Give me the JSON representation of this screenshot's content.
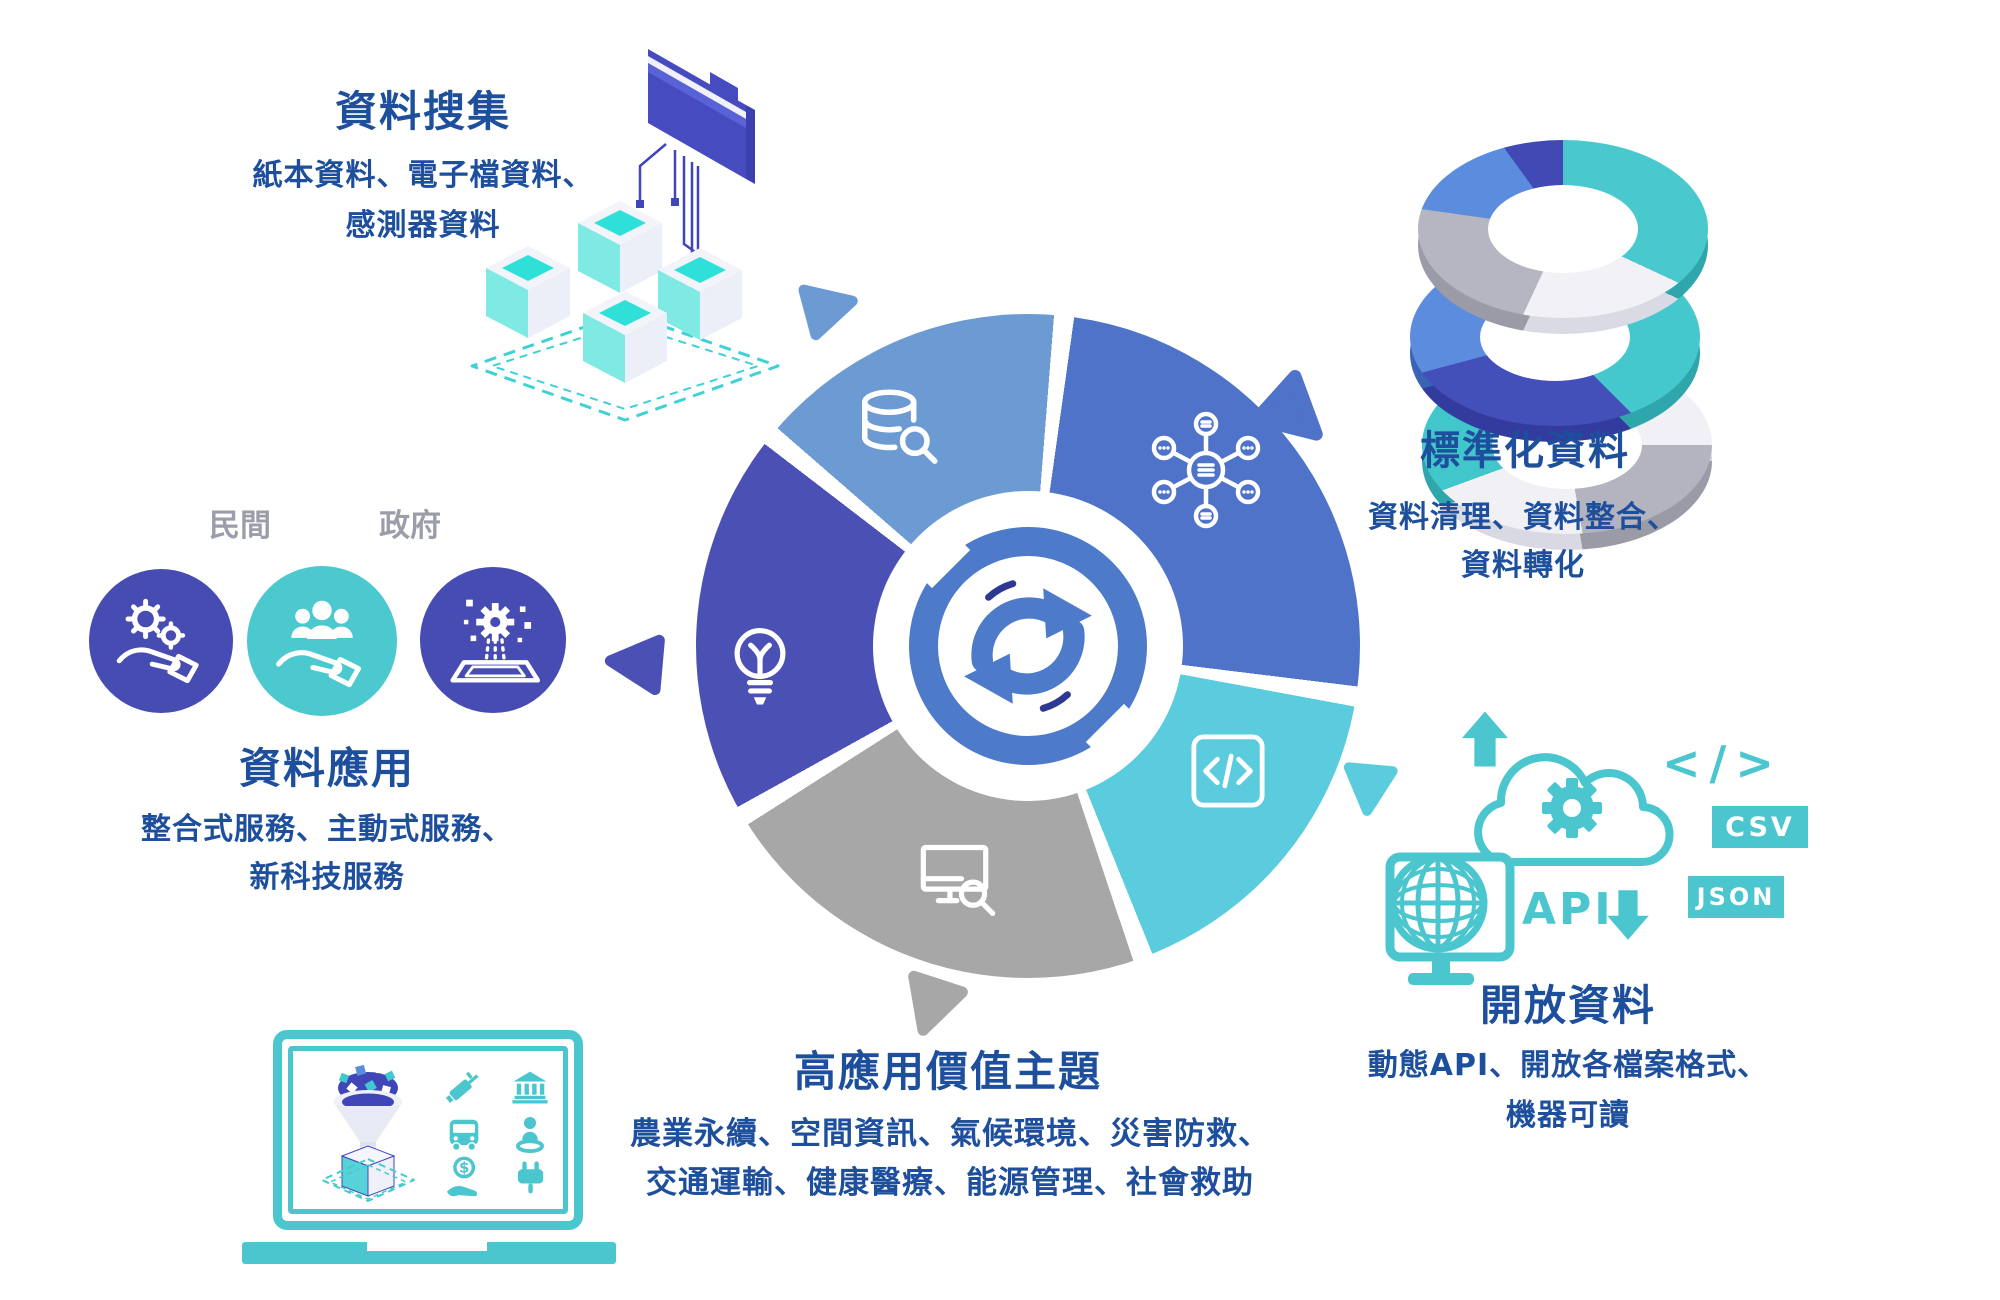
{
  "colors": {
    "title_text": "#1d4f9c",
    "label_gray": "#9b9daa",
    "teal_accent": "#4cc6ce",
    "wheel_lightblue": "#6c9ad2",
    "wheel_blue": "#4e73c8",
    "wheel_teal": "#5bcbde",
    "wheel_gray": "#a7a7a7",
    "wheel_indigo": "#4a50b4",
    "center_blue": "#4d7ac9",
    "circle_indigo": "#474cb3",
    "circle_teal": "#4cc8cf"
  },
  "sections": {
    "collect": {
      "title": "資料搜集",
      "desc1": "紙本資料、電子檔資料、",
      "desc2": "感測器資料"
    },
    "standardize": {
      "title": "標準化資料",
      "desc1": "資料清理、資料整合、",
      "desc2": "資料轉化"
    },
    "apply": {
      "title": "資料應用",
      "desc1": "整合式服務、主動式服務、",
      "desc2": "新科技服務",
      "label_private": "民間",
      "label_government": "政府"
    },
    "topics": {
      "title": "高應用價值主題",
      "desc1": "農業永續、空間資訊、氣候環境、災害防救、",
      "desc2": "交通運輸、健康醫療、能源管理、社會救助"
    },
    "open": {
      "title": "開放資料",
      "desc1": "動態API、開放各檔案格式、",
      "desc2": "機器可讀",
      "api_label": "API",
      "badge_csv": "CSV",
      "badge_json": "JSON",
      "code_glyph": "</>"
    }
  },
  "wheel": {
    "segments": [
      {
        "name": "collect",
        "icon": "database-search",
        "color": "#6c9ad2"
      },
      {
        "name": "standardize",
        "icon": "network-nodes",
        "color": "#4e73c8"
      },
      {
        "name": "open",
        "icon": "code-window",
        "color": "#5bcbde"
      },
      {
        "name": "topics",
        "icon": "monitor-search",
        "color": "#a7a7a7"
      },
      {
        "name": "apply",
        "icon": "lightbulb",
        "color": "#4a50b4"
      }
    ]
  }
}
